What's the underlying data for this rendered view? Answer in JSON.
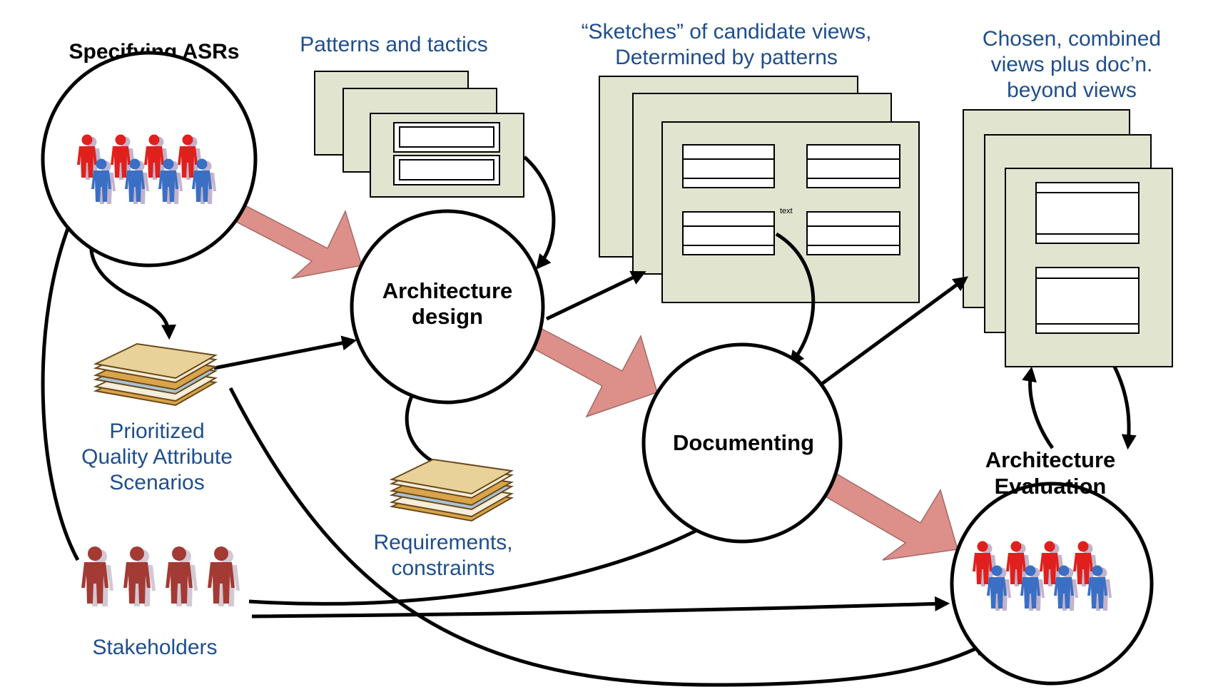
{
  "labels": {
    "specifying_asrs": "Specifying ASRs",
    "patterns_tactics": "Patterns and tactics",
    "sketches_line1": "“Sketches” of candidate views,",
    "sketches_line2": "Determined by patterns",
    "chosen_line1": "Chosen, combined",
    "chosen_line2": "views plus doc’n.",
    "chosen_line3": "beyond views",
    "arch_design_line1": "Architecture",
    "arch_design_line2": "design",
    "documenting": "Documenting",
    "arch_eval_line1": "Architecture",
    "arch_eval_line2": "Evaluation",
    "pqas_line1": "Prioritized",
    "pqas_line2": "Quality Attribute",
    "pqas_line3": "Scenarios",
    "req_line1": "Requirements,",
    "req_line2": "constraints",
    "stakeholders": "Stakeholders",
    "tiny_text": "text"
  },
  "icons": {
    "people_group": "people-group-icon",
    "document_stack": "document-stack-icon",
    "stakeholders": "stakeholders-icon"
  },
  "colors": {
    "person_red": "#e0201c",
    "person_blue": "#3a6fc4",
    "person_shadow": "#b9a6c4",
    "stakeholder": "#a33a33",
    "fat_arrow": "#dd8f8a",
    "sheet": "#e1e4cf",
    "label_blue": "#1f4e8c"
  }
}
